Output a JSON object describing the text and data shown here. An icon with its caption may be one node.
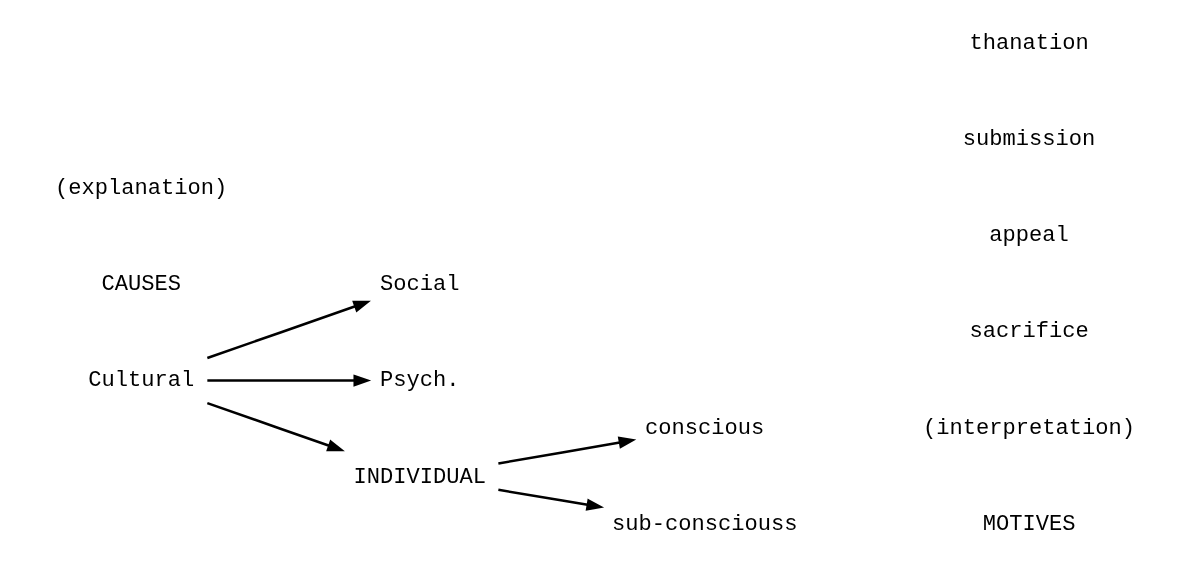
{
  "diagram": {
    "nodes": [
      {
        "text": [
          "Cultural"
        ]
      },
      {
        "text": [
          "Social"
        ]
      },
      {
        "text": [
          "Psych."
        ]
      },
      {
        "text": [
          "INDIVIDUAL"
        ]
      },
      {
        "text": [
          "conscious"
        ]
      },
      {
        "text": [
          "sub-consciouss"
        ]
      }
    ],
    "edges": [
      {
        "from": 0,
        "to": 1,
        "arrow": "to"
      },
      {
        "from": 0,
        "to": 2,
        "arrow": "to"
      },
      {
        "from": 0,
        "to": 3,
        "arrow": "to"
      },
      {
        "from": 3,
        "to": 4,
        "arrow": "to"
      },
      {
        "from": 3,
        "to": 5,
        "arrow": "to"
      }
    ],
    "labels": [
      "CAUSES",
      "(explanation)",
      "MOTIVES",
      "(interpretation)",
      "sacrifice",
      "appeal",
      "submission",
      "thanation"
    ]
  }
}
